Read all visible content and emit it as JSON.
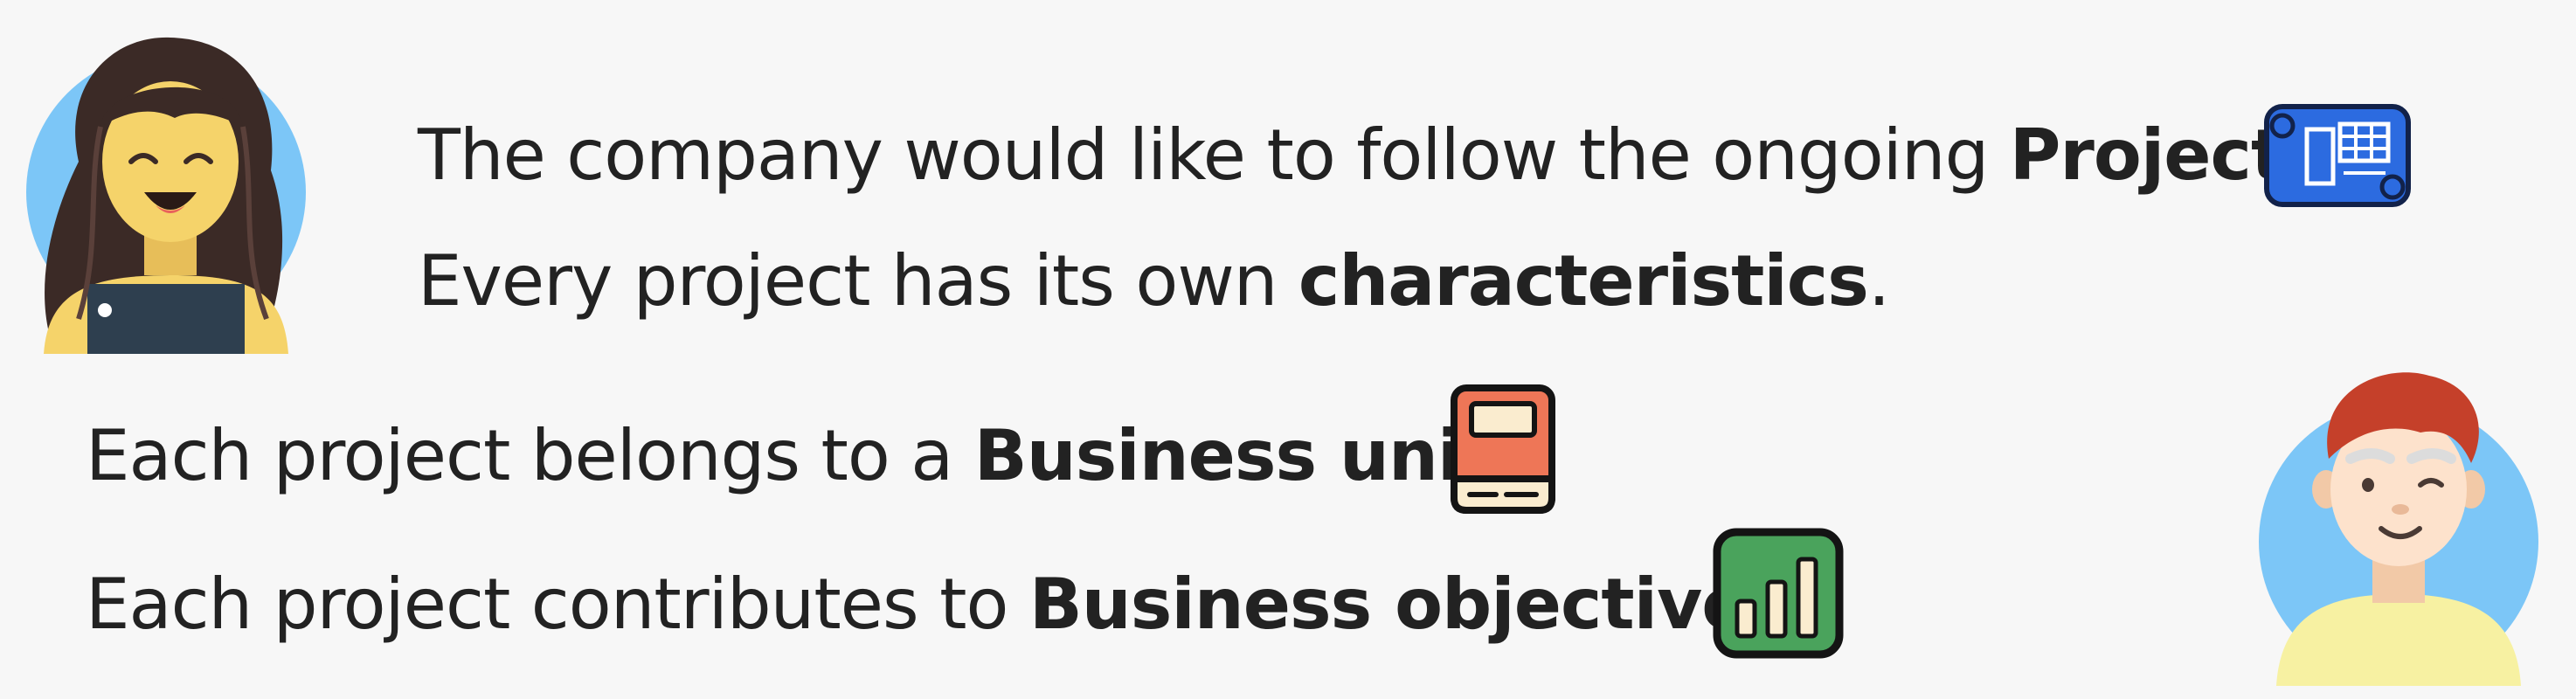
{
  "lines": [
    {
      "before": "The company would like to follow the ongoing ",
      "bold": "Projects",
      "after": ".",
      "icon": "blueprint-icon"
    },
    {
      "before": "Every project has its own ",
      "bold": "characteristics",
      "after": "."
    },
    {
      "before": "Each project belongs to a ",
      "bold": "Business unit",
      "after": ".",
      "icon": "book-icon"
    },
    {
      "before": "Each project contributes to ",
      "bold": "Business objectives.",
      "after": "",
      "icon": "bar-chart-icon"
    }
  ],
  "avatars": [
    {
      "name": "woman-avatar",
      "role": "speaker-left"
    },
    {
      "name": "man-avatar",
      "role": "speaker-right"
    }
  ],
  "colors": {
    "text": "#222222",
    "background": "#f7f7f7",
    "avatar_circle": "#7cc6f7",
    "blueprint": "#2c6be0",
    "book": "#ee7657",
    "chart": "#4aa35c"
  }
}
